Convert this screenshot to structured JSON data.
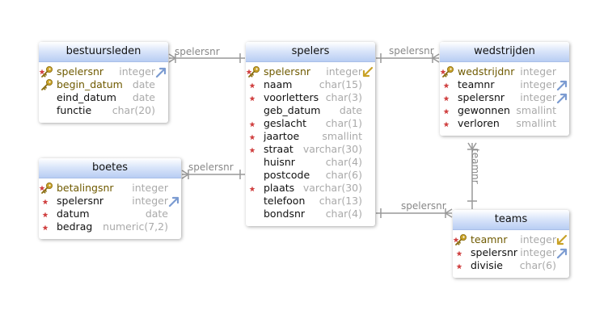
{
  "entities": {
    "bestuursleden": {
      "title": "bestuursleden",
      "columns": [
        {
          "name": "spelersnr",
          "type": "integer",
          "pk": true,
          "required": true,
          "fk": "up"
        },
        {
          "name": "begin_datum",
          "type": "date",
          "pk": true,
          "required": false,
          "fk": ""
        },
        {
          "name": "eind_datum",
          "type": "date",
          "pk": false,
          "required": false,
          "fk": ""
        },
        {
          "name": "functie",
          "type": "char(20)",
          "pk": false,
          "required": false,
          "fk": ""
        }
      ]
    },
    "boetes": {
      "title": "boetes",
      "columns": [
        {
          "name": "betalingsnr",
          "type": "integer",
          "pk": true,
          "required": true,
          "fk": ""
        },
        {
          "name": "spelersnr",
          "type": "integer",
          "pk": false,
          "required": true,
          "fk": "up"
        },
        {
          "name": "datum",
          "type": "date",
          "pk": false,
          "required": true,
          "fk": ""
        },
        {
          "name": "bedrag",
          "type": "numeric(7,2)",
          "pk": false,
          "required": true,
          "fk": ""
        }
      ]
    },
    "spelers": {
      "title": "spelers",
      "columns": [
        {
          "name": "spelersnr",
          "type": "integer",
          "pk": true,
          "required": true,
          "fk": "down"
        },
        {
          "name": "naam",
          "type": "char(15)",
          "pk": false,
          "required": true,
          "fk": ""
        },
        {
          "name": "voorletters",
          "type": "char(3)",
          "pk": false,
          "required": true,
          "fk": ""
        },
        {
          "name": "geb_datum",
          "type": "date",
          "pk": false,
          "required": false,
          "fk": ""
        },
        {
          "name": "geslacht",
          "type": "char(1)",
          "pk": false,
          "required": true,
          "fk": ""
        },
        {
          "name": "jaartoe",
          "type": "smallint",
          "pk": false,
          "required": true,
          "fk": ""
        },
        {
          "name": "straat",
          "type": "varchar(30)",
          "pk": false,
          "required": true,
          "fk": ""
        },
        {
          "name": "huisnr",
          "type": "char(4)",
          "pk": false,
          "required": false,
          "fk": ""
        },
        {
          "name": "postcode",
          "type": "char(6)",
          "pk": false,
          "required": false,
          "fk": ""
        },
        {
          "name": "plaats",
          "type": "varchar(30)",
          "pk": false,
          "required": true,
          "fk": ""
        },
        {
          "name": "telefoon",
          "type": "char(13)",
          "pk": false,
          "required": false,
          "fk": ""
        },
        {
          "name": "bondsnr",
          "type": "char(4)",
          "pk": false,
          "required": false,
          "fk": ""
        }
      ]
    },
    "wedstrijden": {
      "title": "wedstrijden",
      "columns": [
        {
          "name": "wedstrijdnr",
          "type": "integer",
          "pk": true,
          "required": true,
          "fk": ""
        },
        {
          "name": "teamnr",
          "type": "integer",
          "pk": false,
          "required": true,
          "fk": "up"
        },
        {
          "name": "spelersnr",
          "type": "integer",
          "pk": false,
          "required": true,
          "fk": "up"
        },
        {
          "name": "gewonnen",
          "type": "smallint",
          "pk": false,
          "required": true,
          "fk": ""
        },
        {
          "name": "verloren",
          "type": "smallint",
          "pk": false,
          "required": true,
          "fk": ""
        }
      ]
    },
    "teams": {
      "title": "teams",
      "columns": [
        {
          "name": "teamnr",
          "type": "integer",
          "pk": true,
          "required": true,
          "fk": "down"
        },
        {
          "name": "spelersnr",
          "type": "integer",
          "pk": false,
          "required": true,
          "fk": "up"
        },
        {
          "name": "divisie",
          "type": "char(6)",
          "pk": false,
          "required": true,
          "fk": ""
        }
      ]
    }
  },
  "relations": [
    {
      "label": "spelersnr",
      "from": "bestuursleden",
      "to": "spelers"
    },
    {
      "label": "spelersnr",
      "from": "boetes",
      "to": "spelers"
    },
    {
      "label": "spelersnr",
      "from": "wedstrijden",
      "to": "spelers"
    },
    {
      "label": "spelersnr",
      "from": "teams",
      "to": "spelers"
    },
    {
      "label": "teamnr",
      "from": "wedstrijden",
      "to": "teams"
    }
  ],
  "colors": {
    "key": "#c9a227",
    "required_marker": "#d04040",
    "fk_up": "#7b9bd1",
    "fk_down": "#c9a227",
    "line": "#999999"
  }
}
